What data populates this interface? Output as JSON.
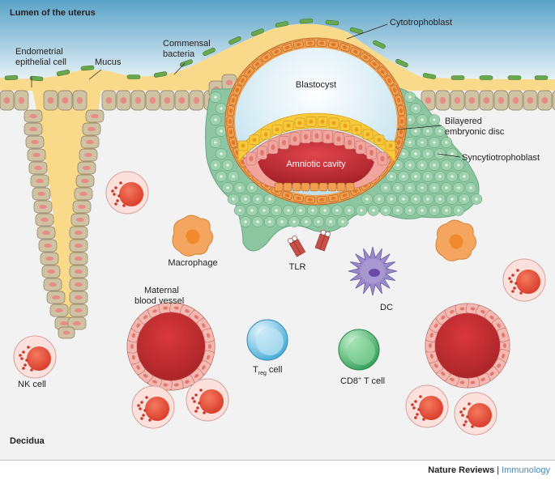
{
  "labels": {
    "lumen": "Lumen of the uterus",
    "decidua": "Decidua",
    "endometrial_line1": "Endometrial",
    "endometrial_line2": "epithelial cell",
    "mucus": "Mucus",
    "commensal_line1": "Commensal",
    "commensal_line2": "bacteria",
    "cytotrophoblast": "Cytotrophoblast",
    "blastocyst": "Blastocyst",
    "bilayered_line1": "Bilayered",
    "bilayered_line2": "embryonic disc",
    "amniotic": "Amniotic cavity",
    "syncytiotrophoblast": "Syncytiotrophoblast",
    "macrophage": "Macrophage",
    "tlr": "TLR",
    "dc": "DC",
    "maternal_line1": "Maternal",
    "maternal_line2": "blood vessel",
    "treg_main": "T",
    "treg_sub": "reg",
    "treg_rest": " cell",
    "cd8_main": "CD8",
    "cd8_sup": "+",
    "cd8_rest": " T cell",
    "nk": "NK cell"
  },
  "footer": {
    "journal": "Nature Reviews",
    "separator": "|",
    "subject": "Immunology"
  },
  "colors": {
    "lumen_top": "#5aa3c8",
    "lumen_bottom": "#e8f2f7",
    "decidua": "#f3f3f3",
    "mucus": "#f9d98a",
    "epithelial_cell": "#cfc3a4",
    "epithelial_nucleus": "#e88a86",
    "bacteria": "#6aa84f",
    "cytotrophoblast": "#f0a050",
    "syncytiotrophoblast": "#8cc6a0",
    "blastocyst": "#d8eef5",
    "amniotic": "#c8323a",
    "embryonic_disc_top": "#f9c93a",
    "embryonic_disc_bottom": "#f2a59d",
    "macrophage": "#f4a560",
    "dc": "#9a8ac8",
    "treg": "#5bb8dc",
    "cd8": "#4cb26c",
    "nk": "#e84e3a",
    "vessel_lumen": "#c02c30",
    "vessel_wall": "#f2a8a0",
    "journal_accent": "#4a8ab5"
  },
  "icons": [
    "epithelial-cell-icon",
    "bacteria-icon",
    "macrophage-icon",
    "tlr-receptor-icon",
    "dendritic-cell-icon",
    "treg-cell-icon",
    "cd8-t-cell-icon",
    "nk-cell-icon",
    "blood-vessel-icon"
  ]
}
